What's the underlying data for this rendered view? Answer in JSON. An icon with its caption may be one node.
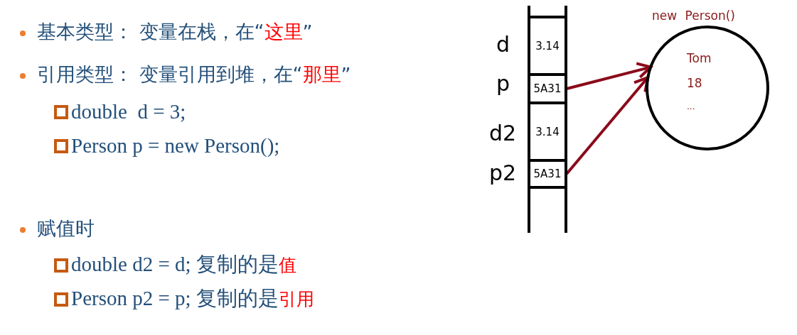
{
  "diagram": {
    "nodes": [
      {
        "text": [],
        "shape": "box"
      },
      {
        "text": [
          "3.14"
        ],
        "in": 0,
        "beside": [
          "d"
        ]
      },
      {
        "text": [
          "5A31"
        ],
        "in": 0,
        "beside": [
          "p"
        ]
      },
      {
        "text": [
          "3.14"
        ],
        "in": 0,
        "beside": [
          "d2"
        ]
      },
      {
        "text": [
          "5A31"
        ],
        "in": 0,
        "beside": [
          "p2"
        ]
      },
      {
        "text": [
          "new Person()",
          "Tom",
          "18",
          "..."
        ]
      }
    ],
    "edges": [
      {
        "from": 2,
        "to": 5,
        "arrow": "to"
      },
      {
        "from": 4,
        "to": 5,
        "arrow": "to"
      }
    ],
    "labels": [
      "基本类型： 变量在栈，在“",
      "这里",
      "”",
      "引用类型： 变量引用到堆，在“",
      "那里",
      "”",
      "double  d = 3;",
      "Person p = new Person();",
      "赋值时",
      "double d2 = d; 复制的是",
      "值",
      "Person p2 = p; 复制的是",
      "引用"
    ]
  }
}
